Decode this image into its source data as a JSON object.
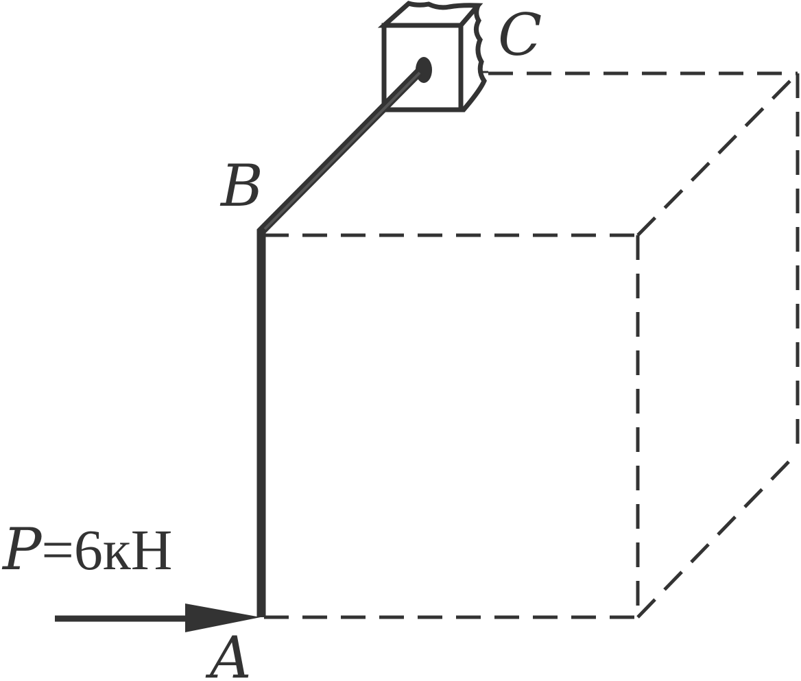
{
  "labels": {
    "point_a": "A",
    "point_b": "B",
    "point_c": "C",
    "force_symbol": "P",
    "force_value": "=6кН"
  },
  "colors": {
    "ink": "#333333",
    "background": "#ffffff"
  }
}
